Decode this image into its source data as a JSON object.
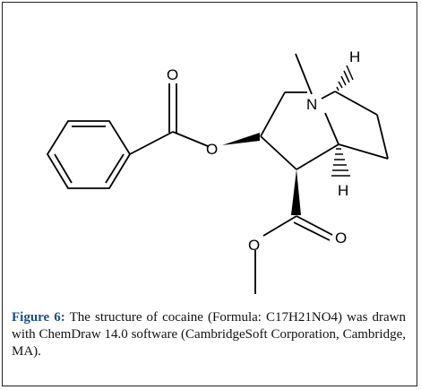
{
  "figure": {
    "label": "Figure 6:",
    "caption": "The structure of cocaine (Formula: C17H21NO4) was drawn with ChemDraw 14.0 software (CambridgeSoft Corporation, Cambridge, MA).",
    "atoms": {
      "carbonyl_oxygen_top": "O",
      "ester_oxygen_left": "O",
      "nitrogen": "N",
      "hydrogen_top": "H",
      "hydrogen_bottom": "H",
      "ester_oxygen_bottom": "O",
      "carbonyl_oxygen_bottom": "O"
    }
  }
}
